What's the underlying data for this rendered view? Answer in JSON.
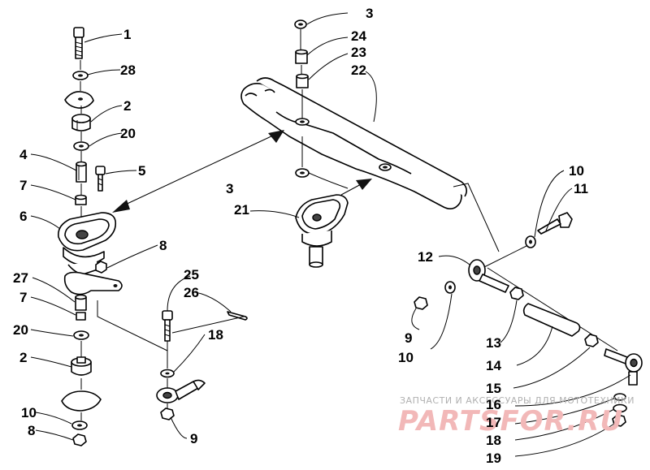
{
  "callouts": {
    "c1": "1",
    "c28": "28",
    "c2a": "2",
    "c20a": "20",
    "c4": "4",
    "c5": "5",
    "c7a": "7",
    "c6": "6",
    "c8a": "8",
    "c27": "27",
    "c7b": "7",
    "c20b": "20",
    "c2b": "2",
    "c10a": "10",
    "c8b": "8",
    "c25": "25",
    "c26": "26",
    "c18a": "18",
    "c9a": "9",
    "c3a": "3",
    "c24": "24",
    "c23": "23",
    "c22": "22",
    "c3b": "3",
    "c21": "21",
    "c10b": "10",
    "c11": "11",
    "c12": "12",
    "c9b": "9",
    "c10c": "10",
    "c13": "13",
    "c14": "14",
    "c15": "15",
    "c16": "16",
    "c17": "17",
    "c18b": "18",
    "c19": "19"
  },
  "watermark": {
    "caption": "ЗАПЧАСТИ И АКСЕССУАРЫ ДЛЯ МОТОТЕХНИКИ",
    "brand": "PARTSFOR.RU"
  }
}
